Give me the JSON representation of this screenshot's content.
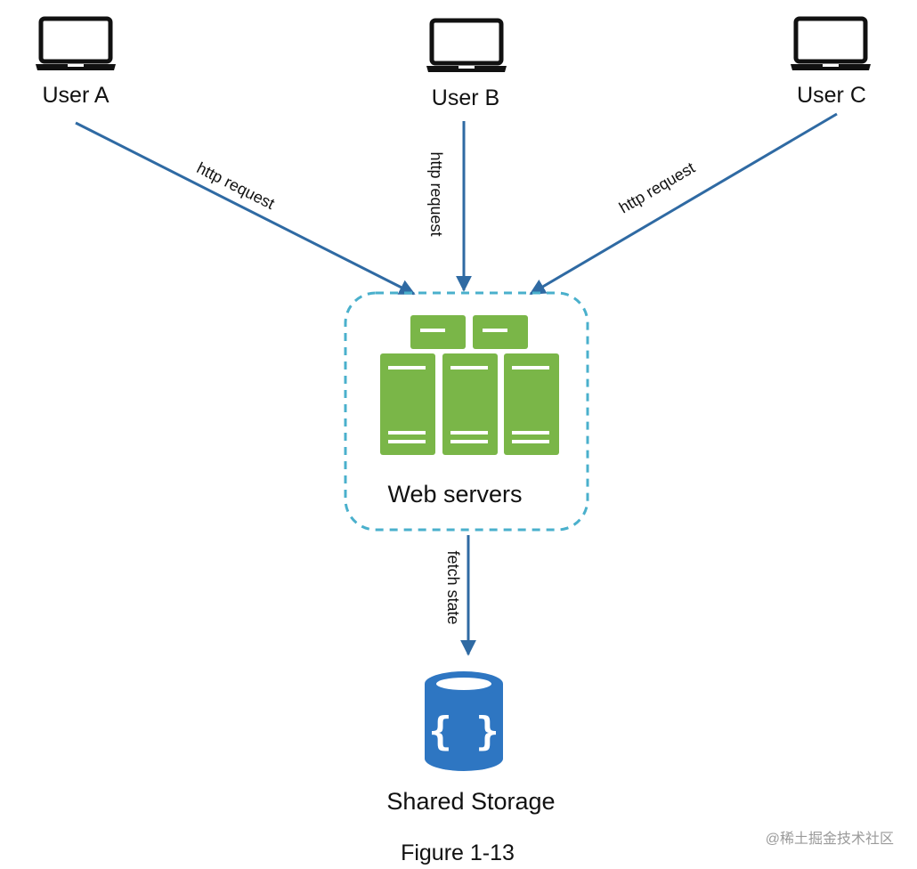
{
  "nodes": {
    "user_a": {
      "label": "User A"
    },
    "user_b": {
      "label": "User B"
    },
    "user_c": {
      "label": "User C"
    },
    "web_servers": {
      "label": "Web servers"
    },
    "shared_storage": {
      "label": "Shared Storage",
      "icon_text": "{ }"
    }
  },
  "edges": {
    "a_to_web": {
      "label": "http request"
    },
    "b_to_web": {
      "label": "http request"
    },
    "c_to_web": {
      "label": "http request"
    },
    "web_to_storage": {
      "label": "fetch state"
    }
  },
  "caption": "Figure 1-13",
  "watermark": "@稀土掘金技术社区",
  "colors": {
    "arrow": "#2f6aa3",
    "server_green": "#7ab648",
    "group_border": "#4ab0cc",
    "storage_blue": "#2e76c2",
    "laptop": "#111111"
  },
  "icons": {
    "user": "laptop-icon",
    "web_servers": "server-rack-icon",
    "storage": "database-icon"
  }
}
